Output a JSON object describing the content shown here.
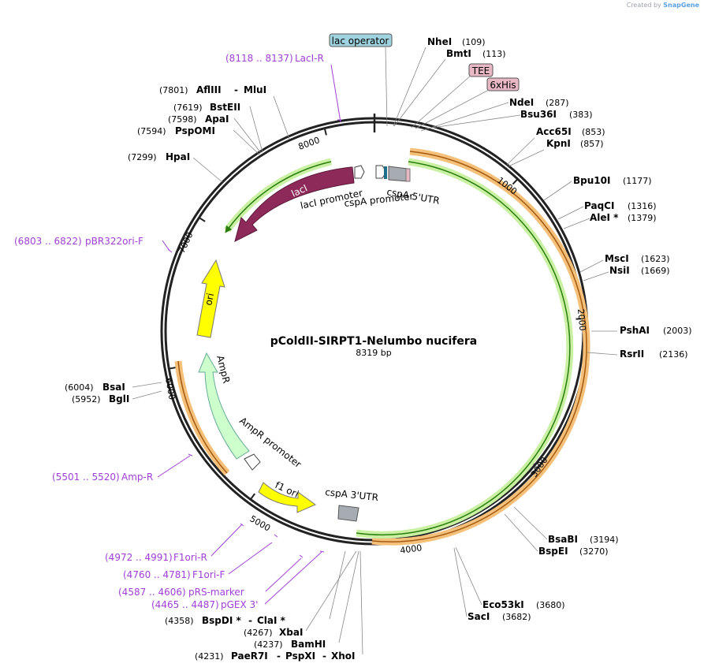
{
  "credit": {
    "prefix": "Created by",
    "brand": "SnapGene"
  },
  "plasmid": {
    "name": "pColdII-SIRPT1-Nelumbo nucifera",
    "size_label": "8319 bp",
    "length": 8319
  },
  "ticks": [
    "1000",
    "2000",
    "3000",
    "4000",
    "5000",
    "6000",
    "7000",
    "8000"
  ],
  "enzymes": [
    {
      "name": "NheI",
      "pos": "(109)",
      "site": 109
    },
    {
      "name": "BmtI",
      "pos": "(113)",
      "site": 113
    },
    {
      "name": "NdeI",
      "pos": "(287)",
      "site": 287
    },
    {
      "name": "Bsu36I",
      "pos": "(383)",
      "site": 383
    },
    {
      "name": "Acc65I",
      "pos": "(853)",
      "site": 853
    },
    {
      "name": "KpnI",
      "pos": "(857)",
      "site": 857
    },
    {
      "name": "Bpu10I",
      "pos": "(1177)",
      "site": 1177
    },
    {
      "name": "PaqCI",
      "pos": "(1316)",
      "site": 1316
    },
    {
      "name": "AleI *",
      "pos": "(1379)",
      "site": 1379
    },
    {
      "name": "MscI",
      "pos": "(1623)",
      "site": 1623
    },
    {
      "name": "NsiI",
      "pos": "(1669)",
      "site": 1669
    },
    {
      "name": "PshAI",
      "pos": "(2003)",
      "site": 2003
    },
    {
      "name": "RsrII",
      "pos": "(2136)",
      "site": 2136
    },
    {
      "name": "BsaBI",
      "pos": "(3194)",
      "site": 3194
    },
    {
      "name": "BspEI",
      "pos": "(3270)",
      "site": 3270
    },
    {
      "name": "Eco53kI",
      "pos": "(3680)",
      "site": 3680
    },
    {
      "name": "SacI",
      "pos": "(3682)",
      "site": 3682
    },
    {
      "name": "BsaI",
      "pos": "(6004)",
      "site": 6004
    },
    {
      "name": "BglI",
      "pos": "(5952)",
      "site": 5952
    },
    {
      "name": "HpaI",
      "pos": "(7299)",
      "site": 7299
    },
    {
      "name": "PspOMI",
      "pos": "(7594)",
      "site": 7594
    },
    {
      "name": "ApaI",
      "pos": "(7598)",
      "site": 7598
    },
    {
      "name": "BstEII",
      "pos": "(7619)",
      "site": 7619
    }
  ],
  "enzyme_groups": [
    {
      "pos": "(7801)",
      "names": [
        "AflIII",
        "MluI"
      ],
      "site": 7801
    },
    {
      "pos": "(4358)",
      "names": [
        "BspDI *",
        "ClaI *"
      ],
      "site": 4358
    },
    {
      "pos": "(4267)",
      "names": [
        "XbaI"
      ],
      "site": 4267
    },
    {
      "pos": "(4237)",
      "names": [
        "BamHI"
      ],
      "site": 4237
    },
    {
      "pos": "(4231)",
      "names": [
        "PaeR7I",
        "PspXI",
        "XhoI"
      ],
      "site": 4231
    }
  ],
  "primers": [
    {
      "range": "(8118 .. 8137)",
      "name": "LacI-R",
      "site": 8127
    },
    {
      "range": "(6803 .. 6822)",
      "name": "pBR322ori-F",
      "site": 6812
    },
    {
      "range": "(5501 .. 5520)",
      "name": "Amp-R",
      "site": 5510
    },
    {
      "range": "(4972 .. 4991)",
      "name": "F1ori-R",
      "site": 4981
    },
    {
      "range": "(4760 .. 4781)",
      "name": "F1ori-F",
      "site": 4770
    },
    {
      "range": "(4587 .. 4606)",
      "name": "pRS-marker",
      "site": 4596
    },
    {
      "range": "(4465 .. 4487)",
      "name": "pGEX 3'",
      "site": 4476
    }
  ],
  "boxed_features": [
    {
      "name": "lac operator",
      "color": "#9fd3e0",
      "site": 8290
    },
    {
      "name": "TEE",
      "color": "#e8b8c4",
      "site": 205
    },
    {
      "name": "6xHis",
      "color": "#e8b8c4",
      "site": 250
    }
  ],
  "features": [
    {
      "name": "lacI",
      "color": "#8e2a5a"
    },
    {
      "name": "lacI promoter",
      "color": "#ffffff"
    },
    {
      "name": "cspA promoter",
      "color": "#ffffff"
    },
    {
      "name": "cspA 5'UTR",
      "color": "#a7abb2"
    },
    {
      "name": "ori",
      "color": "#ffff00"
    },
    {
      "name": "AmpR",
      "color": "#ccffcc"
    },
    {
      "name": "AmpR promoter",
      "color": "#ffffff"
    },
    {
      "name": "f1 ori",
      "color": "#ffff00"
    },
    {
      "name": "cspA 3'UTR",
      "color": "#a7abb2"
    }
  ],
  "colors": {
    "backbone": "#222222",
    "primer": "#a040d8",
    "orange_band": "#f5c07a",
    "green_band": "#c9f0a3",
    "green_line": "#2a7d0e",
    "orange_line": "#a35a10"
  }
}
